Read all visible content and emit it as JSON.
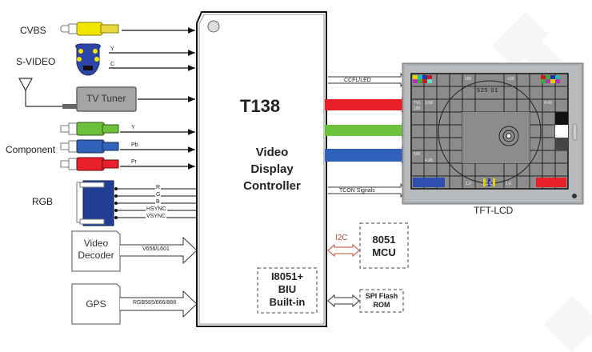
{
  "inputs": {
    "cvbs": "CVBS",
    "svideo": "S-VIDEO",
    "svideo_y": "Y",
    "svideo_c": "C",
    "tuner": "TV Tuner",
    "component": "Component",
    "comp_y": "Y",
    "comp_pb": "Pb",
    "comp_pr": "Pr",
    "rgb": "RGB",
    "rgb_signals": [
      "R",
      "G",
      "B",
      "HSYNC",
      "VSYNC"
    ],
    "video_decoder_line1": "Video",
    "video_decoder_line2": "Decoder",
    "video_decoder_bus": "V656/L601",
    "gps": "GPS",
    "gps_bus": "RGB565/666/888"
  },
  "chip": {
    "name": "T138",
    "line1": "Video",
    "line2": "Display",
    "line3": "Controller",
    "biu_line1": "I8051+",
    "biu_line2": "BIU",
    "biu_line3": "Built-in"
  },
  "outputs": {
    "ccfl": "CCFL/LED",
    "tcon": "TCON Signals",
    "i2c": "I2C",
    "mcu_line1": "8051",
    "mcu_line2": "MCU",
    "spi_line1": "SPI Flash",
    "spi_line2": "ROM",
    "lcd_label": "TFT-LCD",
    "lcd_texts": [
      "100",
      "525 01",
      "+30",
      "TVL",
      "100",
      "3.58",
      "4.43",
      "500",
      "4.28",
      "1.0",
      "1.5",
      "1.0"
    ]
  },
  "colors": {
    "red": "#e8202a",
    "green": "#6cc23a",
    "blue": "#2f62b8",
    "yellow": "#f2e600",
    "navy": "#1f3e94",
    "annotation": "#c0502a"
  }
}
